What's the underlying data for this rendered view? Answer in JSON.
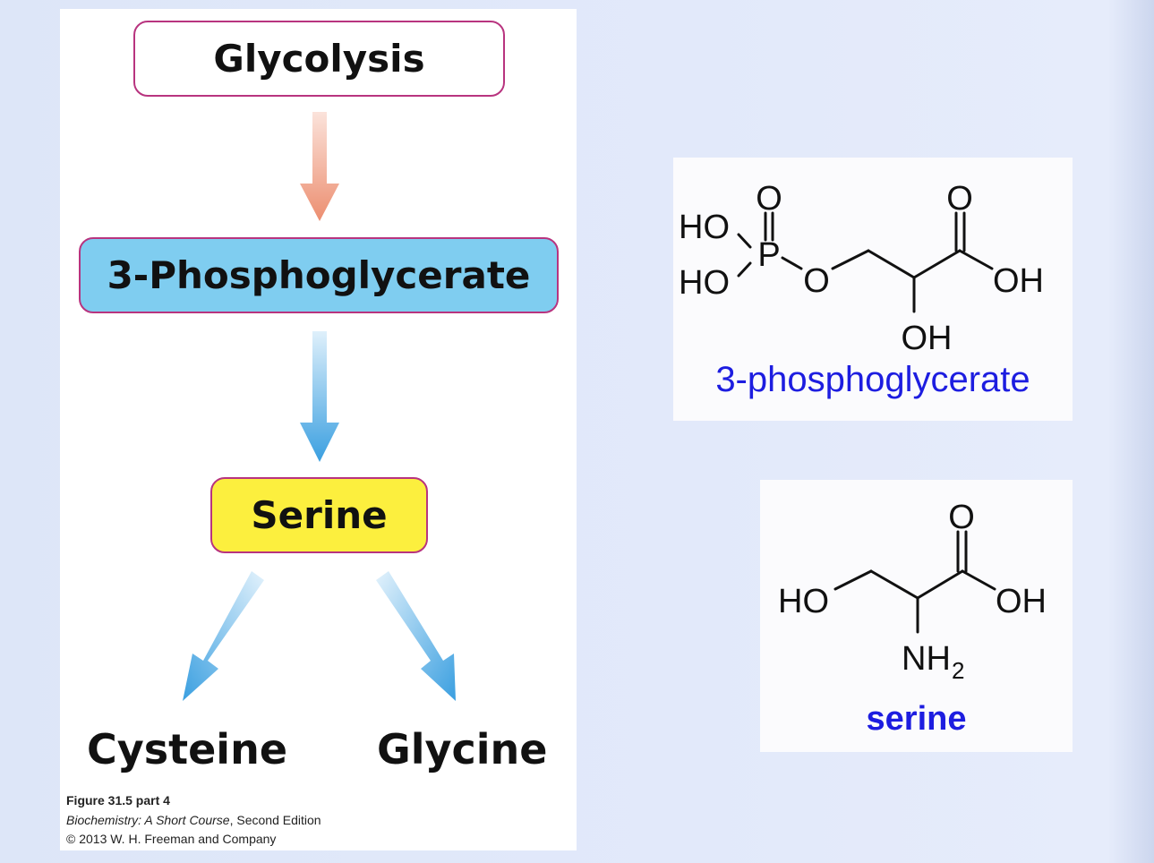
{
  "pathway": {
    "node_glycolysis": "Glycolysis",
    "node_3pg": "3-Phosphoglycerate",
    "node_serine": "Serine",
    "product_cysteine": "Cysteine",
    "product_glycine": "Glycine"
  },
  "caption": {
    "figure": "Figure 31.5 part 4",
    "book_title": "Biochemistry: A Short Course",
    "book_edition": ", Second Edition",
    "copyright": "© 2013 W. H. Freeman and Company"
  },
  "structures": {
    "phosphoglycerate": {
      "name": "3-phosphoglycerate",
      "atoms": {
        "o_top_p": "O",
        "o_top_c": "O",
        "ho1": "HO",
        "ho2": "HO",
        "p": "P",
        "o_ester": "O",
        "oh_acid": "OH",
        "oh_alcohol": "OH"
      }
    },
    "serine": {
      "name": "serine",
      "atoms": {
        "o_top": "O",
        "ho": "HO",
        "oh": "OH",
        "nh": "NH",
        "sub2": "2"
      }
    }
  },
  "colors": {
    "arrow_orange": "#ec8e70",
    "arrow_blue": "#3a9fe0",
    "node_border": "#b8347f",
    "node_3pg_fill": "#7fcdf0",
    "node_serine_fill": "#fcef3e",
    "molecule_name": "#1d1de0"
  },
  "icons": [
    "arrow-down-orange",
    "arrow-down-blue",
    "arrow-down-left-blue",
    "arrow-down-right-blue"
  ]
}
